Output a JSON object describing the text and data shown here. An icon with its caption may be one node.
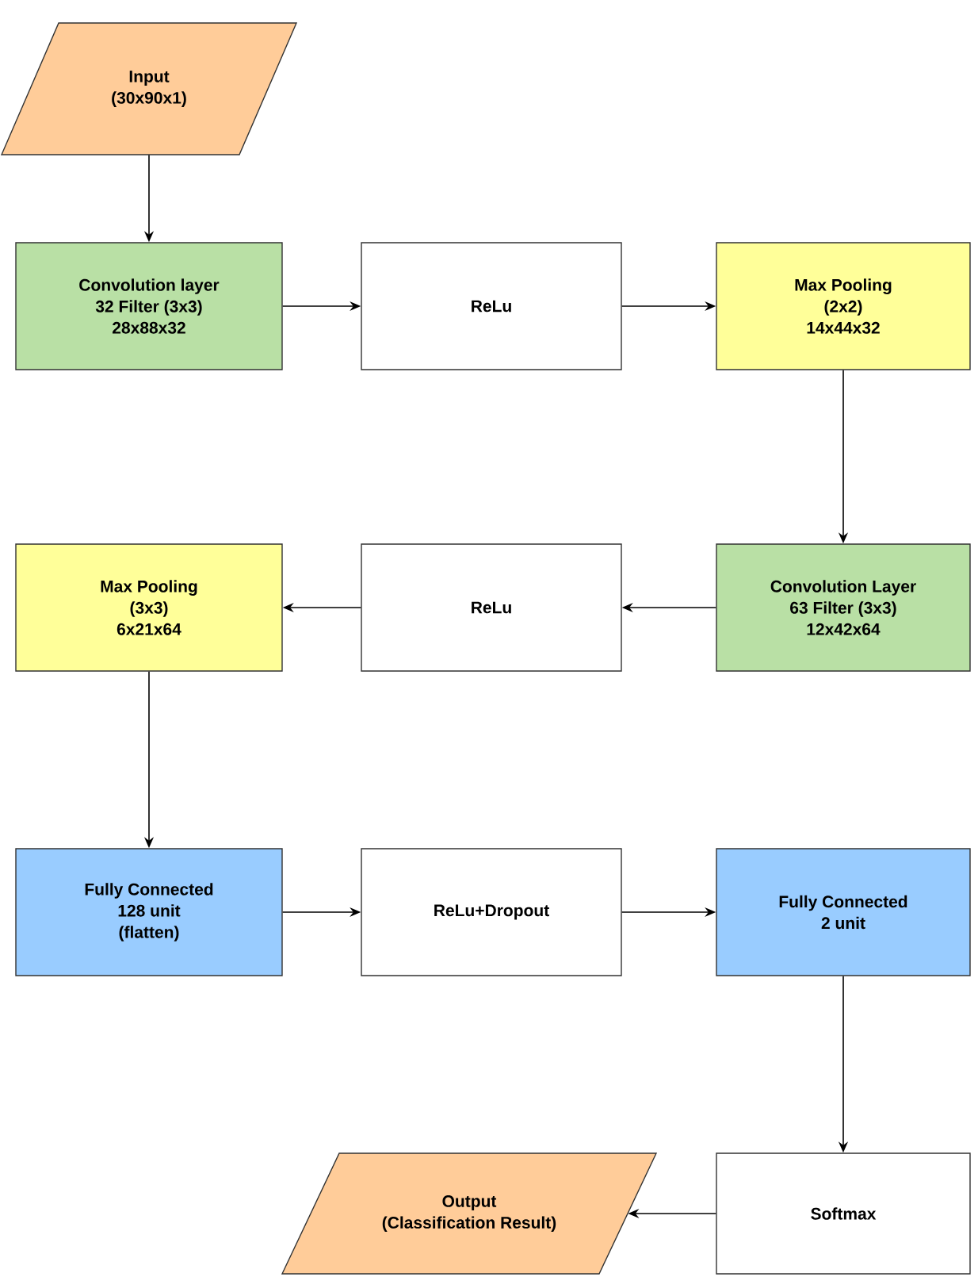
{
  "diagram": {
    "nodes": [
      {
        "text": [
          "Input",
          "(30x90x1)"
        ]
      },
      {
        "text": [
          "Convolution layer",
          "32 Filter (3x3)",
          "28x88x32"
        ]
      },
      {
        "text": [
          "ReLu"
        ]
      },
      {
        "text": [
          "Max Pooling",
          "(2x2)",
          "14x44x32"
        ]
      },
      {
        "text": [
          "Convolution Layer",
          "63 Filter (3x3)",
          "12x42x64"
        ]
      },
      {
        "text": [
          "ReLu"
        ]
      },
      {
        "text": [
          "Max Pooling",
          "(3x3)",
          "6x21x64"
        ]
      },
      {
        "text": [
          "Fully Connected",
          "128 unit",
          "(flatten)"
        ]
      },
      {
        "text": [
          "ReLu+Dropout"
        ]
      },
      {
        "text": [
          "Fully Connected",
          "2 unit"
        ]
      },
      {
        "text": [
          "Softmax"
        ]
      },
      {
        "text": [
          "Output",
          "(Classification Result)"
        ]
      }
    ],
    "edges": [
      {
        "from": 0,
        "to": 1,
        "arrow": "to"
      },
      {
        "from": 1,
        "to": 2,
        "arrow": "to"
      },
      {
        "from": 2,
        "to": 3,
        "arrow": "to"
      },
      {
        "from": 3,
        "to": 4,
        "arrow": "to"
      },
      {
        "from": 4,
        "to": 5,
        "arrow": "to"
      },
      {
        "from": 5,
        "to": 6,
        "arrow": "to"
      },
      {
        "from": 6,
        "to": 7,
        "arrow": "to"
      },
      {
        "from": 7,
        "to": 8,
        "arrow": "to"
      },
      {
        "from": 8,
        "to": 9,
        "arrow": "to"
      },
      {
        "from": 9,
        "to": 10,
        "arrow": "to"
      },
      {
        "from": 10,
        "to": 11,
        "arrow": "to"
      }
    ]
  }
}
